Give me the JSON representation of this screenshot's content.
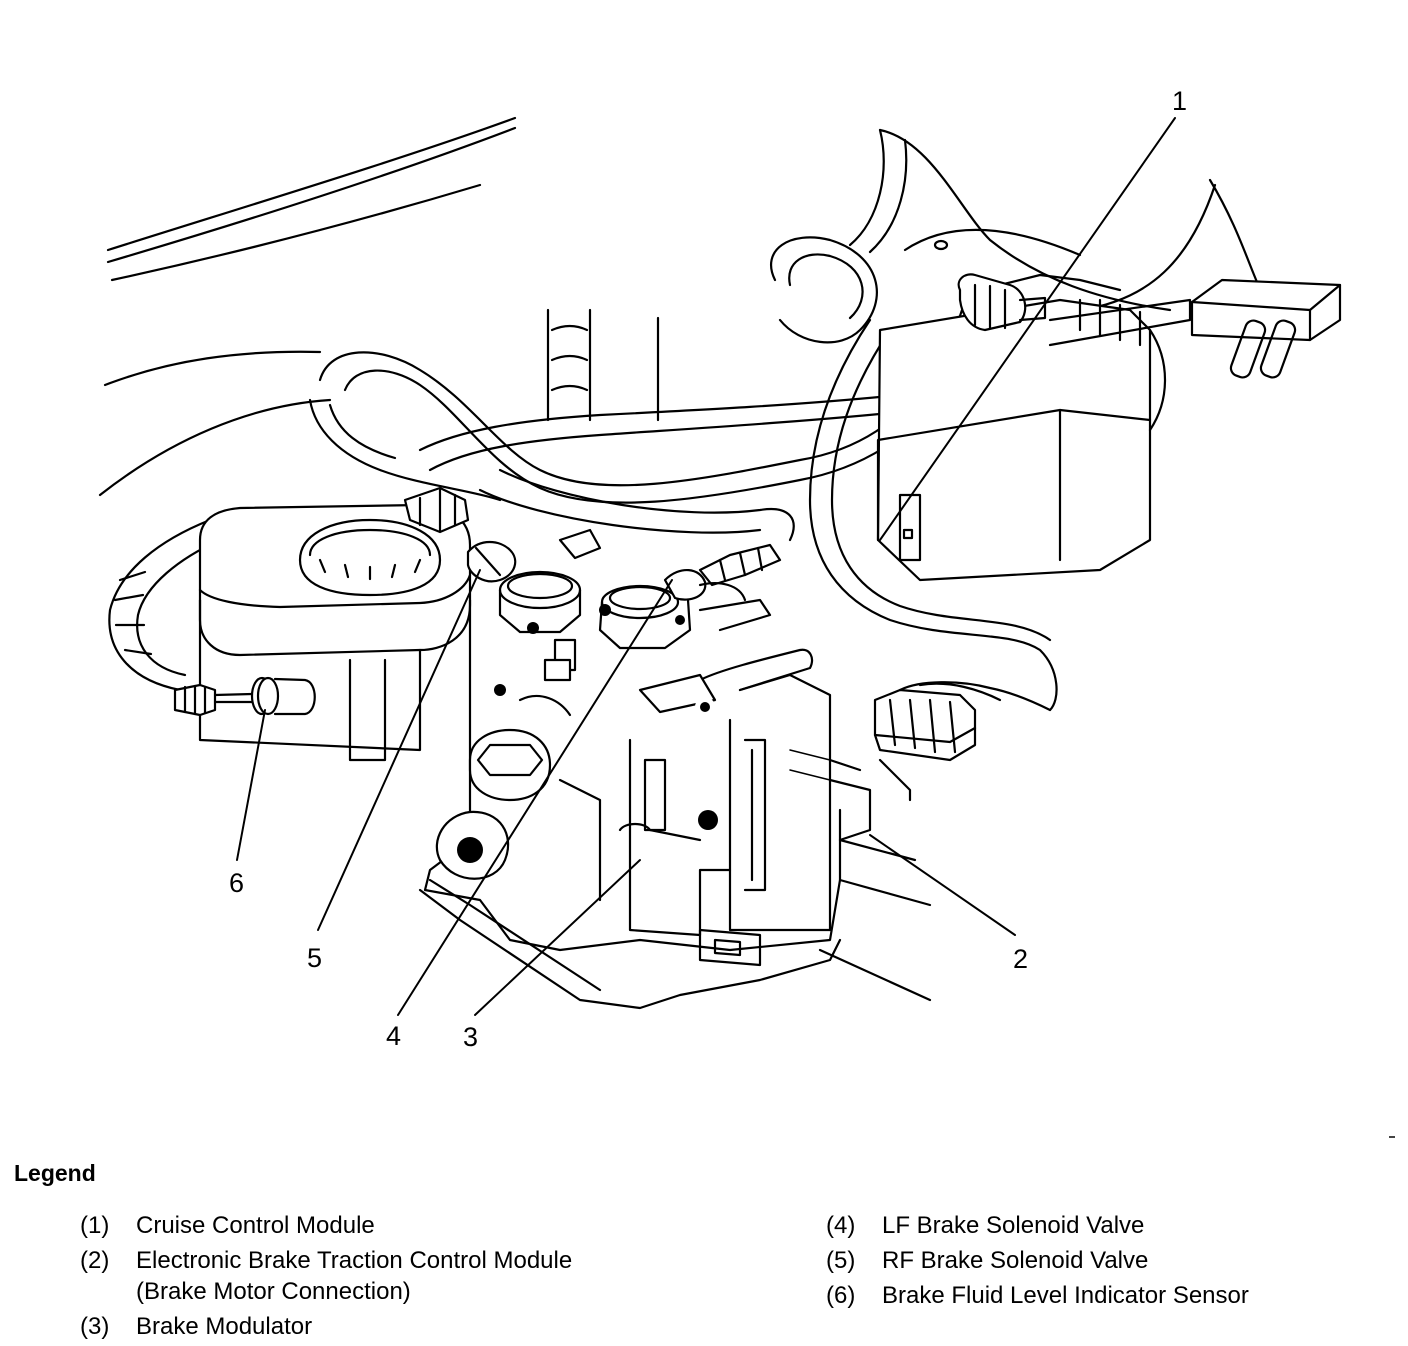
{
  "callouts": [
    "1",
    "2",
    "3",
    "4",
    "5",
    "6"
  ],
  "legend": {
    "title": "Legend",
    "items": [
      {
        "num": "(1)",
        "label": "Cruise Control Module"
      },
      {
        "num": "(2)",
        "label": "Electronic Brake Traction Control Module",
        "label2": "(Brake Motor Connection)"
      },
      {
        "num": "(3)",
        "label": "Brake Modulator"
      },
      {
        "num": "(4)",
        "label": "LF Brake Solenoid Valve"
      },
      {
        "num": "(5)",
        "label": "RF Brake Solenoid Valve"
      },
      {
        "num": "(6)",
        "label": "Brake Fluid Level Indicator Sensor"
      }
    ]
  }
}
